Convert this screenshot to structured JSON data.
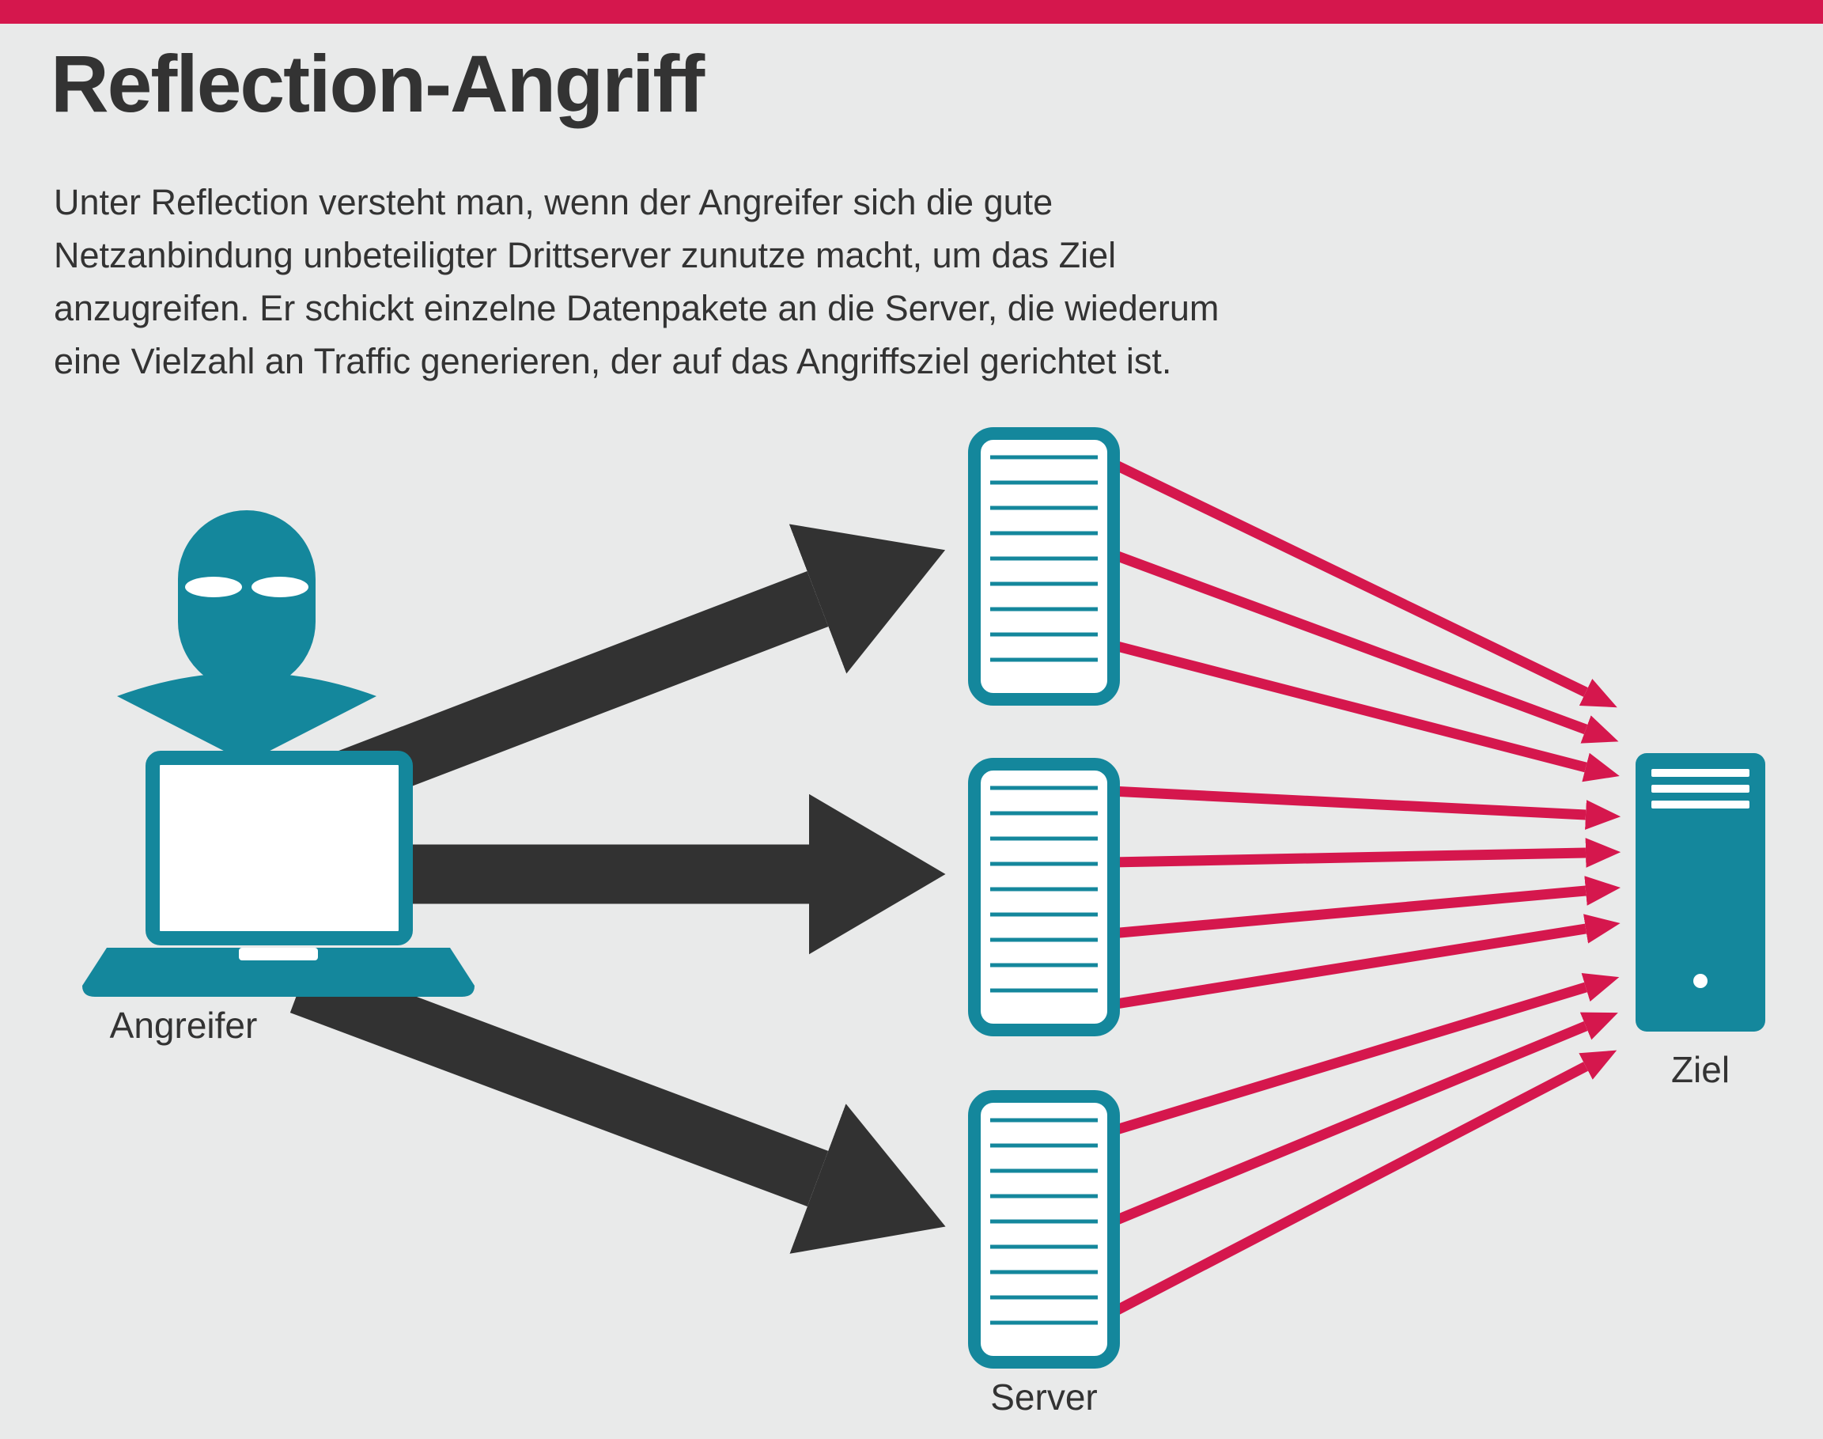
{
  "header": {
    "title": "Reflection-Angriff"
  },
  "intro": {
    "lines": [
      "Unter Reflection versteht man, wenn der Angreifer sich die gute",
      "Netzanbindung unbeteiligter Drittserver zunutze macht, um das Ziel",
      "anzugreifen. Er schickt einzelne Datenpakete an die Server, die wiederum",
      "eine Vielzahl an Traffic generieren, der auf das Angriffsziel gerichtet ist."
    ]
  },
  "diagram": {
    "labels": {
      "attacker": "Angreifer",
      "server": "Server",
      "target": "Ziel"
    },
    "icons": {
      "attacker": "balaclava-attacker-icon",
      "attacker_device": "laptop-icon",
      "reflector": "rack-server-icon",
      "target": "tower-server-icon",
      "attack_arrow": "black-attack-arrow",
      "reflection_arrow": "red-reflection-arrow"
    },
    "colors": {
      "accent_teal": "#14879c",
      "attack_red": "#d5174d",
      "arrow_dark": "#323232",
      "text_dark": "#333333",
      "background": "#e9eaea"
    }
  }
}
